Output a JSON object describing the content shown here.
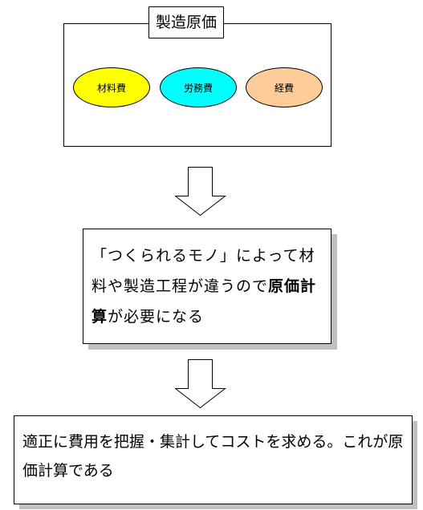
{
  "cost_group": {
    "title": "製造原価",
    "items": [
      {
        "label": "材料費",
        "color": "#ffff00"
      },
      {
        "label": "労務費",
        "color": "#00ffff"
      },
      {
        "label": "経費",
        "color": "#ffcc99"
      }
    ]
  },
  "middle_box": {
    "text_plain_1": "「つくられるモノ」によって材料や製造工程が違うので",
    "text_bold": "原価計算",
    "text_plain_2": "が必要になる"
  },
  "bottom_box": {
    "text": "適正に費用を把握・集計してコストを求める。これが原価計算である"
  }
}
